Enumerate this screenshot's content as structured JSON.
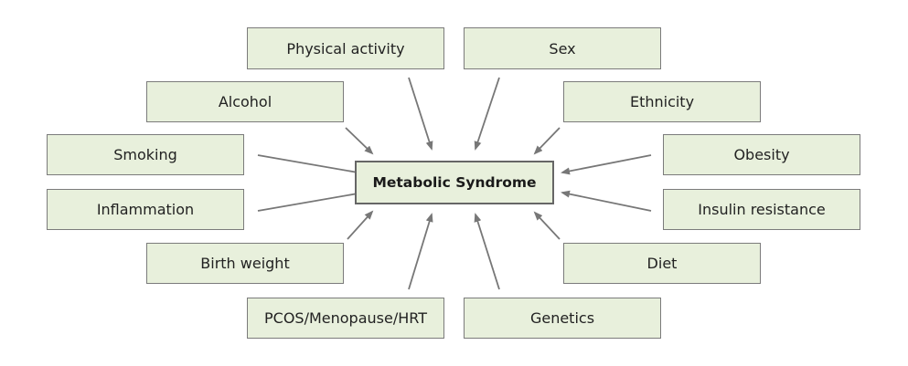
{
  "diagram": {
    "center": {
      "label": "Metabolic Syndrome"
    },
    "factors": [
      {
        "id": "physical-activity",
        "label": "Physical activity"
      },
      {
        "id": "sex",
        "label": "Sex"
      },
      {
        "id": "alcohol",
        "label": "Alcohol"
      },
      {
        "id": "ethnicity",
        "label": "Ethnicity"
      },
      {
        "id": "smoking",
        "label": "Smoking"
      },
      {
        "id": "obesity",
        "label": "Obesity"
      },
      {
        "id": "inflammation",
        "label": "Inflammation"
      },
      {
        "id": "insulin-resistance",
        "label": "Insulin resistance"
      },
      {
        "id": "birth-weight",
        "label": "Birth weight"
      },
      {
        "id": "diet",
        "label": "Diet"
      },
      {
        "id": "pcos-menopause-hrt",
        "label": "PCOS/Menopause/HRT"
      },
      {
        "id": "genetics",
        "label": "Genetics"
      }
    ],
    "colors": {
      "box_fill": "#e8f0dc",
      "box_border": "#7b7b7b",
      "arrow": "#777777"
    }
  }
}
